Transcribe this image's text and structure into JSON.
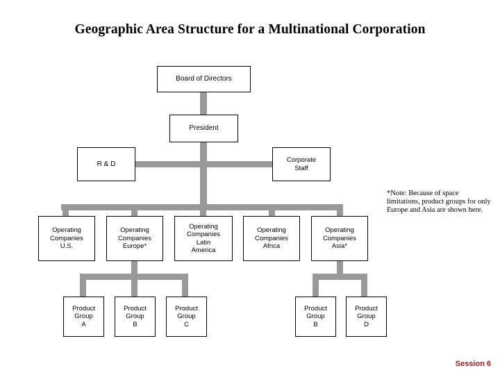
{
  "slide": {
    "title": "Geographic Area Structure for a Multinational Corporation",
    "footer": "Session 6",
    "accent_color": "#9e1b1b",
    "connector_color": "#999999",
    "box_border_color": "#000000",
    "background_color": "#ffffff"
  },
  "note": {
    "text": "*Note: Because of space limitations, product groups for only Europe and Asia are shown here."
  },
  "chart_data": {
    "type": "diagram",
    "title": "Geographic Area Structure for a Multinational Corporation",
    "nodes": [
      {
        "id": "board",
        "label": "Board of Directors",
        "level": 0
      },
      {
        "id": "president",
        "label": "President",
        "level": 1
      },
      {
        "id": "rd",
        "label": "R & D",
        "level": 2
      },
      {
        "id": "corpstaff",
        "label": "Corporate\nStaff",
        "level": 2
      },
      {
        "id": "oc-us",
        "label": "Operating\nCompanies\nU.S.",
        "level": 3
      },
      {
        "id": "oc-eu",
        "label": "Operating\nCompanies\nEurope*",
        "level": 3
      },
      {
        "id": "oc-la",
        "label": "Operating\nCompanies\nLatin\nAmerica",
        "level": 3
      },
      {
        "id": "oc-af",
        "label": "Operating\nCompanies\nAfrica",
        "level": 3
      },
      {
        "id": "oc-as",
        "label": "Operating\nCompanies\nAsia*",
        "level": 3
      },
      {
        "id": "pg-a",
        "label": "Product\nGroup\nA",
        "level": 4
      },
      {
        "id": "pg-b-eu",
        "label": "Product\nGroup\nB",
        "level": 4
      },
      {
        "id": "pg-c",
        "label": "Product\nGroup\nC",
        "level": 4
      },
      {
        "id": "pg-b-as",
        "label": "Product\nGroup\nB",
        "level": 4
      },
      {
        "id": "pg-d",
        "label": "Product\nGroup\nD",
        "level": 4
      }
    ],
    "edges": [
      {
        "from": "board",
        "to": "president"
      },
      {
        "from": "president",
        "to": "rd"
      },
      {
        "from": "president",
        "to": "corpstaff"
      },
      {
        "from": "president",
        "to": "oc-us"
      },
      {
        "from": "president",
        "to": "oc-eu"
      },
      {
        "from": "president",
        "to": "oc-la"
      },
      {
        "from": "president",
        "to": "oc-af"
      },
      {
        "from": "president",
        "to": "oc-as"
      },
      {
        "from": "oc-eu",
        "to": "pg-a"
      },
      {
        "from": "oc-eu",
        "to": "pg-b-eu"
      },
      {
        "from": "oc-eu",
        "to": "pg-c"
      },
      {
        "from": "oc-as",
        "to": "pg-b-as"
      },
      {
        "from": "oc-as",
        "to": "pg-d"
      }
    ]
  }
}
